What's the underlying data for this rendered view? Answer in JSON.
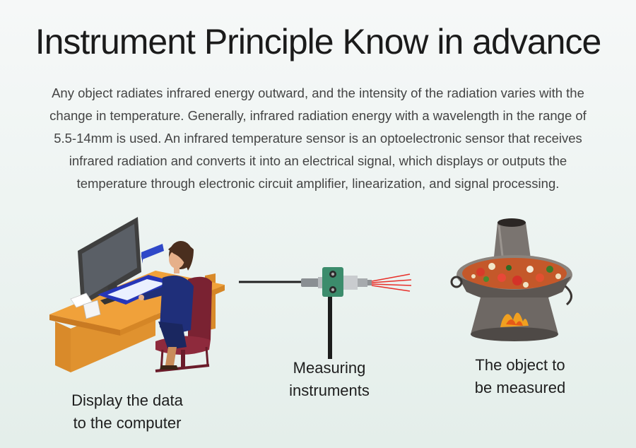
{
  "header": {
    "title": "Instrument Principle Know in advance"
  },
  "description": {
    "lines": [
      "Any object radiates infrared energy outward, and the intensity of the radiation varies with the",
      "change in temperature. Generally, infrared radiation energy with a wavelength in the range of",
      "5.5-14mm is used. An infrared temperature sensor is an optoelectronic sensor that receives",
      "infrared radiation and converts it into an electrical signal, which displays or outputs the",
      "temperature through electronic circuit amplifier, linearization, and signal processing."
    ]
  },
  "captions": {
    "computer": [
      "Display the data",
      "to the computer"
    ],
    "instrument": [
      "Measuring",
      "instruments"
    ],
    "object": [
      "The object to",
      "be measured"
    ]
  },
  "colors": {
    "desk": "#f0a13a",
    "monitor": "#4a4a4a",
    "chair": "#7a2232",
    "sensor": "#3c8c6c",
    "beam": "#e8302a"
  }
}
